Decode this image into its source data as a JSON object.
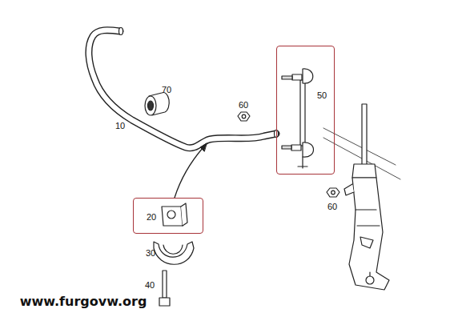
{
  "diagram": {
    "nodes": [
      {
        "text": [
          "50"
        ]
      },
      {
        "text": [
          "20"
        ]
      }
    ],
    "labels": [
      "70",
      "10",
      "60",
      "60",
      "30",
      "40",
      "www.furgovw.org"
    ]
  }
}
